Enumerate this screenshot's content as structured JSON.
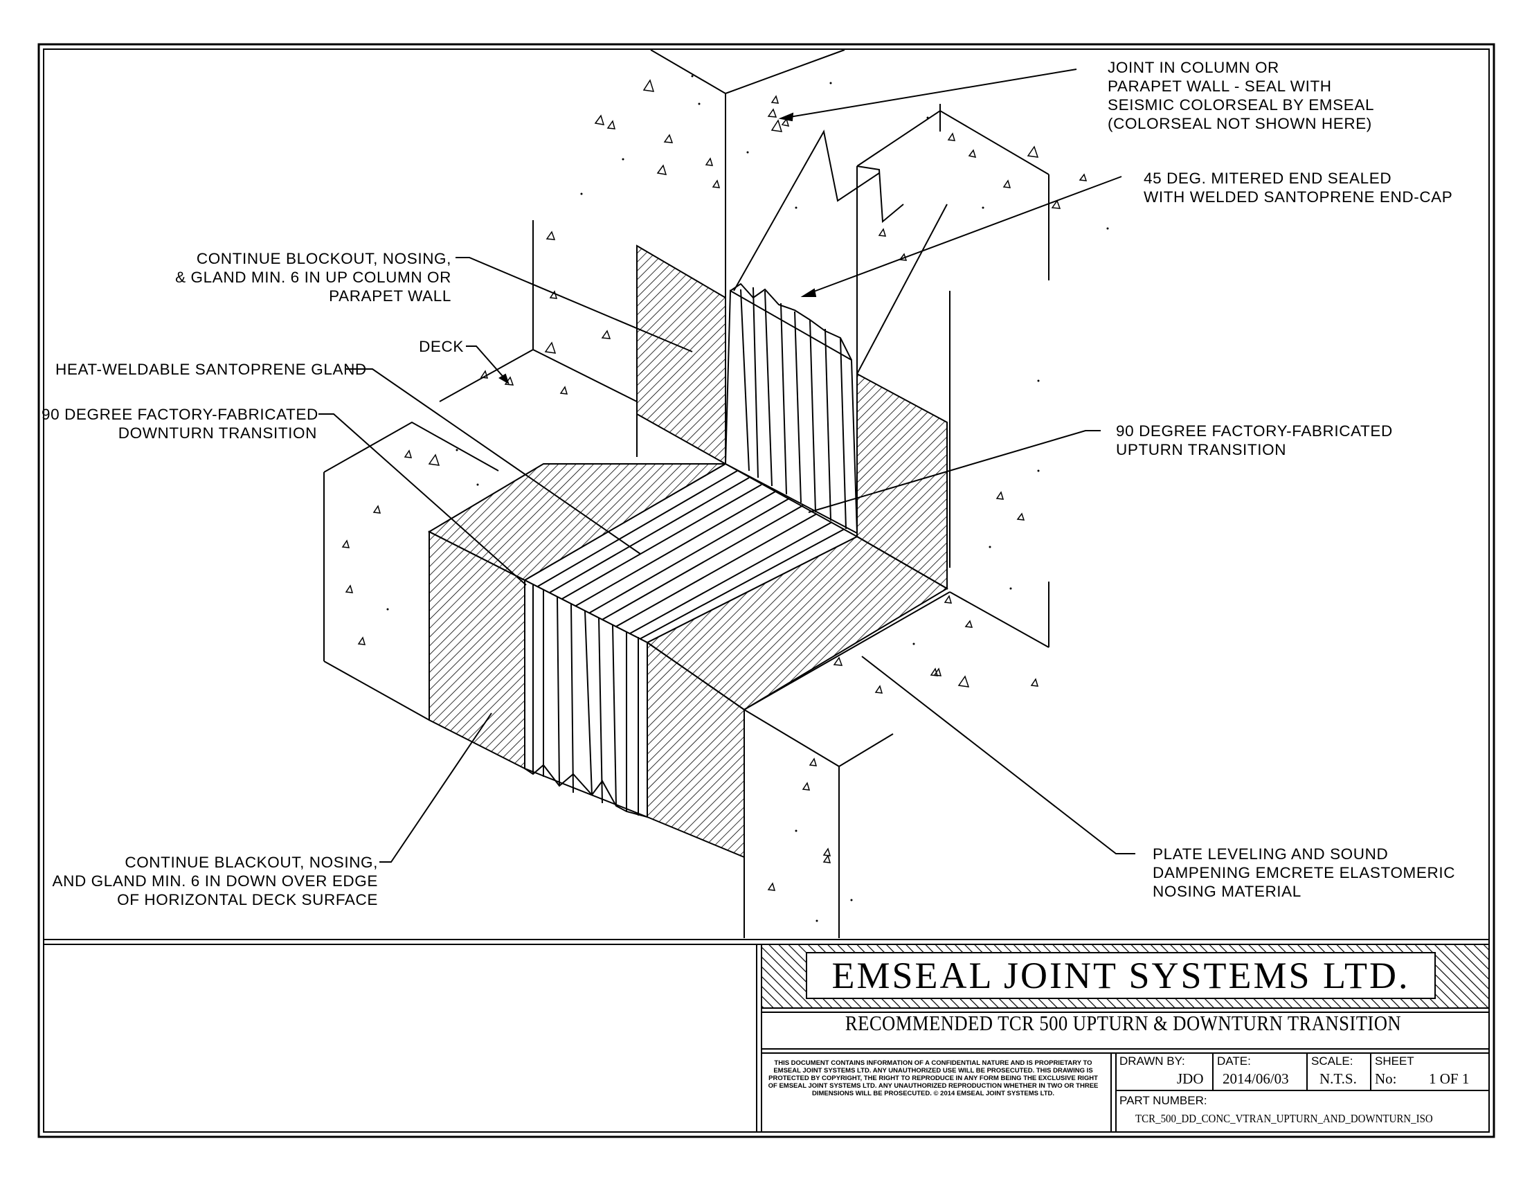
{
  "callouts": {
    "joint_in_column": [
      "JOINT IN COLUMN OR",
      "PARAPET WALL - SEAL WITH",
      "SEISMIC COLORSEAL BY EMSEAL",
      "(COLORSEAL NOT SHOWN HERE)"
    ],
    "mitered_end": [
      "45 DEG. MITERED END SEALED",
      "WITH WELDED SANTOPRENE END-CAP"
    ],
    "continue_blockout_up": [
      "CONTINUE BLOCKOUT, NOSING,",
      "& GLAND MIN. 6 IN UP COLUMN OR",
      "PARAPET WALL"
    ],
    "deck": "DECK",
    "gland": "HEAT-WELDABLE SANTOPRENE GLAND",
    "downturn": [
      "90 DEGREE FACTORY-FABRICATED",
      "DOWNTURN TRANSITION"
    ],
    "upturn": [
      "90 DEGREE FACTORY-FABRICATED",
      "UPTURN TRANSITION"
    ],
    "continue_blackout_down": [
      "CONTINUE BLACKOUT, NOSING,",
      "AND GLAND MIN. 6 IN DOWN OVER EDGE",
      "OF HORIZONTAL DECK SURFACE"
    ],
    "nosing": [
      "PLATE LEVELING AND SOUND",
      "DAMPENING EMCRETE ELASTOMERIC",
      "NOSING MATERIAL"
    ]
  },
  "title_block": {
    "company": "EMSEAL JOINT SYSTEMS LTD.",
    "title": "RECOMMENDED TCR 500 UPTURN & DOWNTURN TRANSITION",
    "notice": "THIS DOCUMENT CONTAINS INFORMATION OF A CONFIDENTIAL NATURE AND IS PROPRIETARY TO EMSEAL JOINT SYSTEMS LTD. ANY UNAUTHORIZED USE WILL BE PROSECUTED. THIS DRAWING IS PROTECTED BY COPYRIGHT, THE RIGHT TO REPRODUCE IN ANY FORM BEING THE EXCLUSIVE RIGHT OF EMSEAL JOINT SYSTEMS LTD. ANY UNAUTHORIZED REPRODUCTION WHETHER IN TWO OR THREE DIMENSIONS WILL BE PROSECUTED. © 2014 EMSEAL JOINT SYSTEMS LTD.",
    "drawn_by_label": "DRAWN BY:",
    "drawn_by": "JDO",
    "date_label": "DATE:",
    "date": "2014/06/03",
    "scale_label": "SCALE:",
    "scale": "N.T.S.",
    "sheet_label": "SHEET",
    "sheet_no_label": "No:",
    "sheet_no": "1 OF 1",
    "part_number_label": "PART NUMBER:",
    "part_number": "TCR_500_DD_CONC_VTRAN_UPTURN_AND_DOWNTURN_ISO"
  }
}
